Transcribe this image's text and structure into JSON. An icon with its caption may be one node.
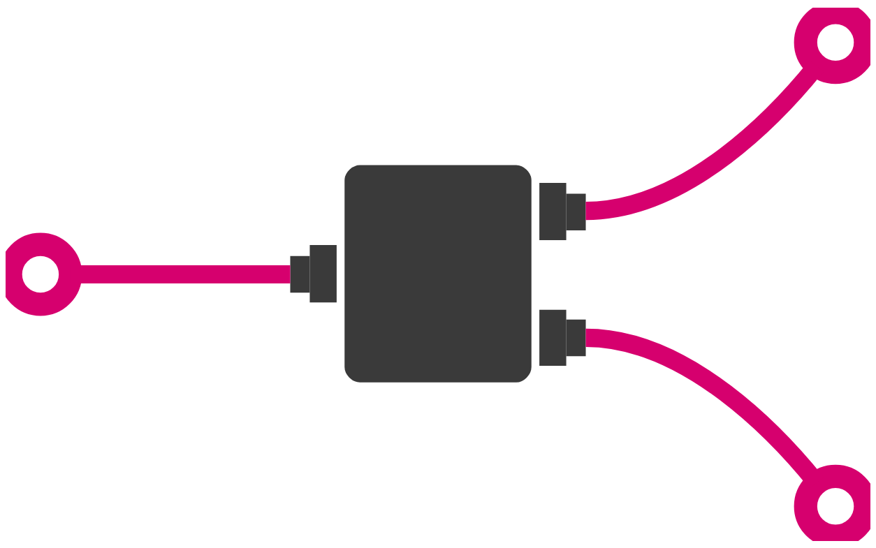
{
  "diagram": {
    "nodes": [
      {
        "text": [],
        "shape": "circle"
      },
      {
        "text": [],
        "shape": "box"
      },
      {
        "text": [],
        "shape": "circle"
      },
      {
        "text": [],
        "shape": "circle"
      }
    ],
    "edges": [
      {
        "from": 0,
        "to": 1,
        "arrow": "none"
      },
      {
        "from": 1,
        "to": 2,
        "arrow": "none"
      },
      {
        "from": 1,
        "to": 3,
        "arrow": "none"
      }
    ]
  }
}
